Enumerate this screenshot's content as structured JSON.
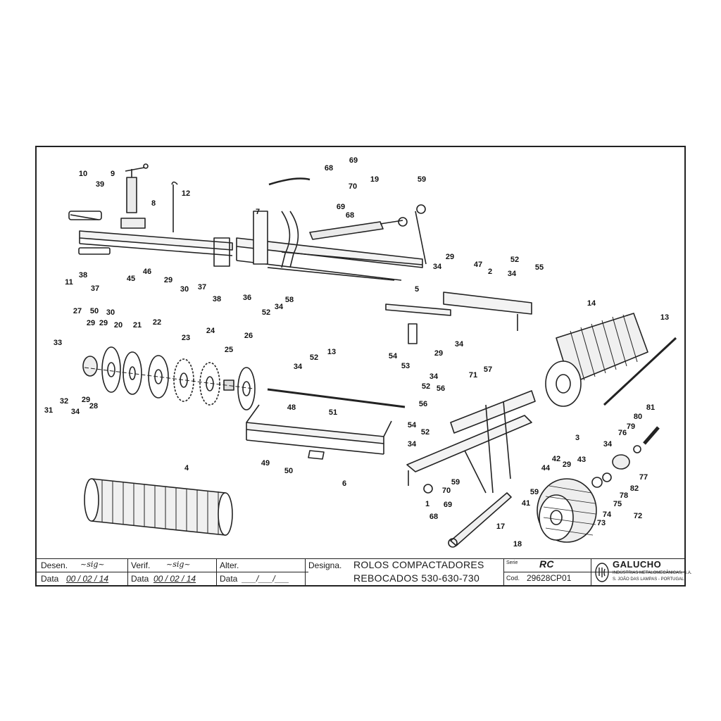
{
  "callouts": [
    "10",
    "9",
    "39",
    "8",
    "12",
    "7",
    "68",
    "69",
    "70",
    "19",
    "59",
    "69",
    "68",
    "11",
    "38",
    "37",
    "46",
    "45",
    "29",
    "30",
    "37",
    "38",
    "36",
    "52",
    "34",
    "58",
    "29",
    "34",
    "47",
    "2",
    "52",
    "34",
    "55",
    "5",
    "54",
    "53",
    "29",
    "34",
    "14",
    "13",
    "27",
    "50",
    "30",
    "29",
    "29",
    "20",
    "21",
    "22",
    "23",
    "24",
    "25",
    "26",
    "33",
    "31",
    "32",
    "34",
    "29",
    "28",
    "34",
    "52",
    "13",
    "48",
    "51",
    "49",
    "50",
    "6",
    "34",
    "52",
    "56",
    "71",
    "57",
    "56",
    "54",
    "52",
    "34",
    "1",
    "59",
    "70",
    "69",
    "68",
    "17",
    "59",
    "41",
    "18",
    "3",
    "42",
    "29",
    "43",
    "44",
    "34",
    "76",
    "79",
    "80",
    "81",
    "82",
    "77",
    "78",
    "75",
    "74",
    "73",
    "72",
    "4",
    "14"
  ],
  "title_block": {
    "desen_label": "Desen.",
    "verif_label": "Verif.",
    "alter_label": "Alter.",
    "data_label_1": "Data",
    "data_label_2": "Data",
    "data_label_3": "Data",
    "date_1": "00 / 02 / 14",
    "date_2": "00 / 02 / 14",
    "date_3": "___/___/___",
    "designa_label": "Designa.",
    "designation_line1": "ROLOS COMPACTADORES",
    "designation_line2": "REBOCADOS 530-630-730",
    "serie_label": "Serie",
    "serie_value": "RC",
    "cod_label": "Cod.",
    "cod_value": "29628CP01",
    "company_name": "GALUCHO",
    "company_sub": "INDÚSTRIAS METALOMECÂNICAS, S.A.",
    "company_loc": "S. JOÃO DAS LAMPAS - PORTUGAL"
  }
}
